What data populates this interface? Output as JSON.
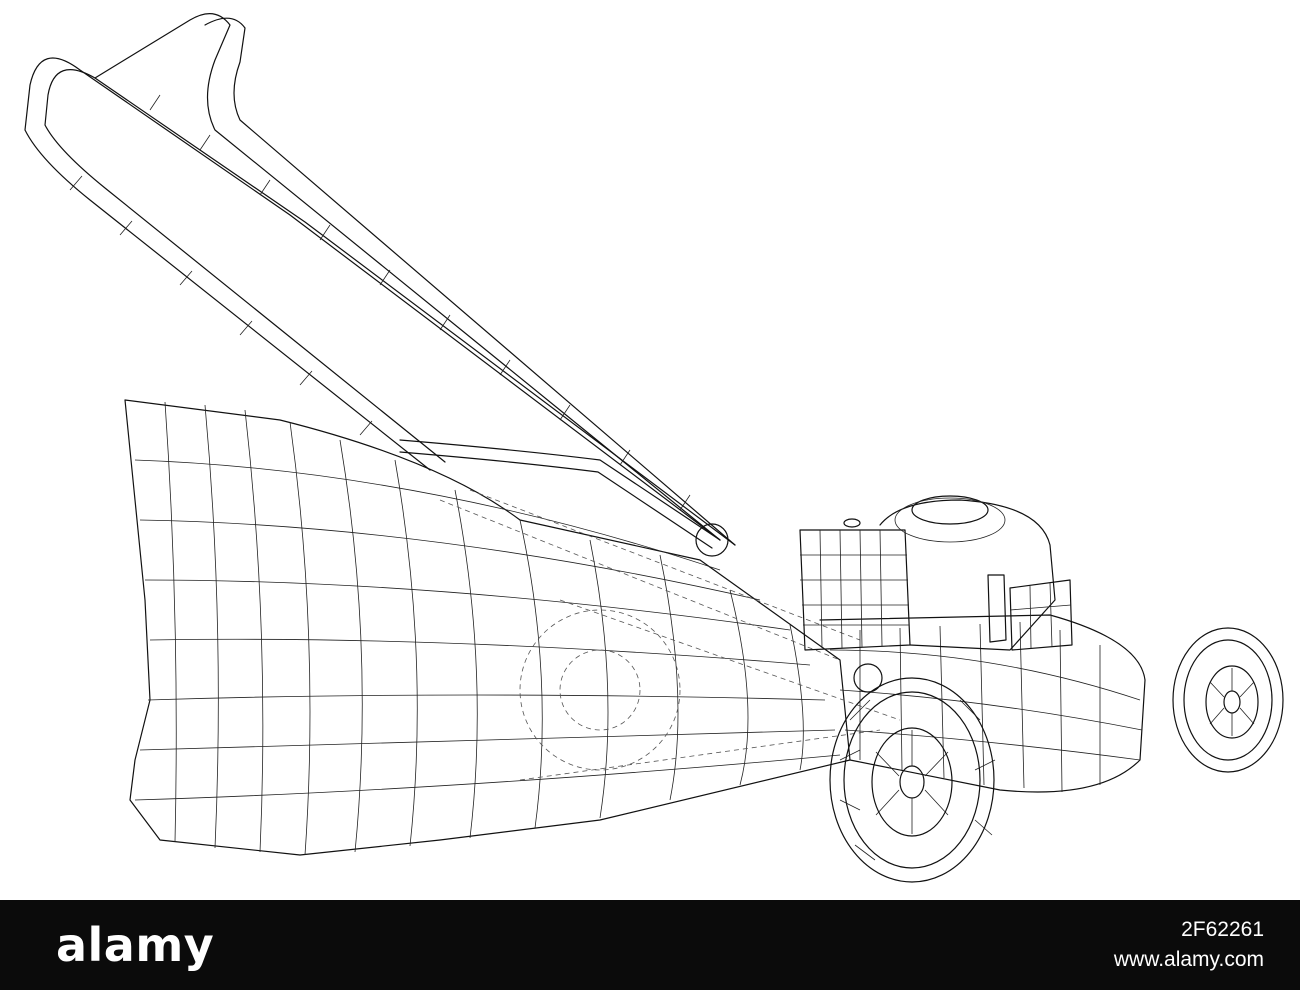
{
  "illustration": {
    "subject_icon": "lawn-mower-wireframe-icon",
    "stroke_color": "#111111",
    "background_color": "#ffffff"
  },
  "watermark": {
    "brand": "alamy",
    "image_id": "2F62261",
    "site": "www.alamy.com",
    "bar_color": "#0b0b0b",
    "text_color": "#ffffff"
  }
}
